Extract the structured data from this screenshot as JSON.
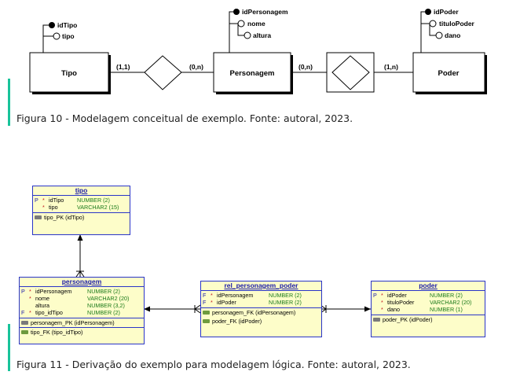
{
  "figure10": {
    "caption": "Figura 10 - Modelagem conceitual de exemplo. Fonte: autoral, 2023.",
    "entities": {
      "tipo": {
        "name": "Tipo",
        "attr_pk": "idTipo",
        "attrs": [
          "tipo"
        ]
      },
      "personagem": {
        "name": "Personagem",
        "attr_pk": "idPersonagem",
        "attrs": [
          "nome",
          "altura"
        ]
      },
      "poder": {
        "name": "Poder",
        "attr_pk": "idPoder",
        "attrs": [
          "tituloPoder",
          "dano"
        ]
      }
    },
    "cardinalities": {
      "tipo_side": "(1,1)",
      "personagem_left": "(0,n)",
      "personagem_right": "(0,n)",
      "poder_side": "(1,n)"
    }
  },
  "figure11": {
    "caption": "Figura 11 - Derivação do exemplo para modelagem lógica. Fonte: autoral, 2023.",
    "tables": {
      "tipo": {
        "name": "tipo",
        "columns": [
          {
            "flag": "P",
            "star": "*",
            "name": "idTipo",
            "type": "NUMBER (2)"
          },
          {
            "flag": "",
            "star": "*",
            "name": "tipo",
            "type": "VARCHAR2 (15)"
          }
        ],
        "keys": [
          {
            "kind": "pk",
            "label": "tipo_PK (idTipo)"
          }
        ]
      },
      "personagem": {
        "name": "personagem",
        "columns": [
          {
            "flag": "P",
            "star": "*",
            "name": "idPersonagem",
            "type": "NUMBER (2)"
          },
          {
            "flag": "",
            "star": "*",
            "name": "nome",
            "type": "VARCHAR2 (20)"
          },
          {
            "flag": "",
            "star": "",
            "name": "altura",
            "type": "NUMBER (3,2)"
          },
          {
            "flag": "F",
            "star": "*",
            "name": "tipo_idTipo",
            "type": "NUMBER (2)"
          }
        ],
        "keys": [
          {
            "kind": "pk",
            "label": "personagem_PK (idPersonagem)"
          }
        ],
        "fkeys": [
          {
            "kind": "fk",
            "label": "tipo_FK (tipo_idTipo)"
          }
        ]
      },
      "rel_personagem_poder": {
        "name": "rel_personagem_poder",
        "columns": [
          {
            "flag": "F",
            "star": "*",
            "name": "idPersonagem",
            "type": "NUMBER (2)"
          },
          {
            "flag": "F",
            "star": "*",
            "name": "idPoder",
            "type": "NUMBER (2)"
          }
        ],
        "keys": [
          {
            "kind": "fk",
            "label": "personagem_FK (idPersonagem)"
          },
          {
            "kind": "fk",
            "label": "poder_FK (idPoder)"
          }
        ]
      },
      "poder": {
        "name": "poder",
        "columns": [
          {
            "flag": "P",
            "star": "*",
            "name": "idPoder",
            "type": "NUMBER (2)"
          },
          {
            "flag": "",
            "star": "*",
            "name": "tituloPoder",
            "type": "VARCHAR2 (20)"
          },
          {
            "flag": "",
            "star": "*",
            "name": "dano",
            "type": "NUMBER (1)"
          }
        ],
        "keys": [
          {
            "kind": "pk",
            "label": "poder_PK (idPoder)"
          }
        ]
      }
    }
  },
  "colors": {
    "accent": "#18c39a",
    "table_fill": "#fdfdc9",
    "table_border": "#2a35c8",
    "type_text": "#1a7a1a",
    "mandatory_star": "#c4161c"
  }
}
